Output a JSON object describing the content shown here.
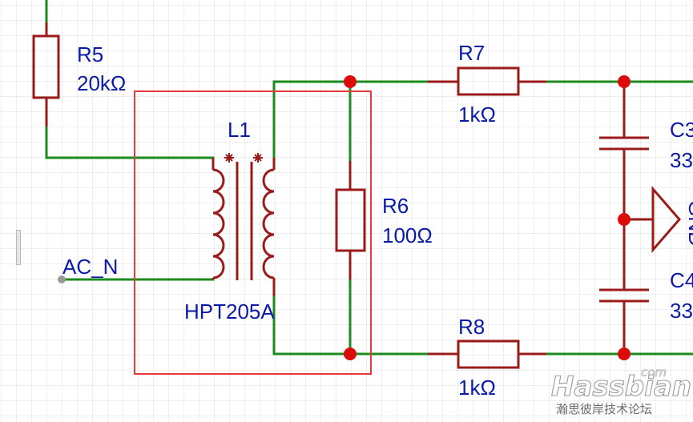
{
  "components": {
    "r5": {
      "designator": "R5",
      "value": "20kΩ"
    },
    "r6": {
      "designator": "R6",
      "value": "100Ω"
    },
    "r7": {
      "designator": "R7",
      "value": "1kΩ"
    },
    "r8": {
      "designator": "R8",
      "value": "1kΩ"
    },
    "l1": {
      "designator": "L1",
      "part": "HPT205A"
    },
    "c3": {
      "designator": "C3",
      "value": "33"
    },
    "c4": {
      "designator": "C4",
      "value": "33"
    }
  },
  "nets": {
    "ac_n": "AC_N",
    "gnd": "GND"
  },
  "watermark": {
    "brand": "Hassbian",
    "tld": "com",
    "tagline": "瀚思彼岸技术论坛"
  },
  "colors": {
    "grid": "#dcdcdc",
    "wire": "#1d8a1d",
    "component": "#9b1b1b",
    "junction": "#dd0a0a",
    "highlight": "#e83a3a",
    "label": "#0a1aa8"
  }
}
